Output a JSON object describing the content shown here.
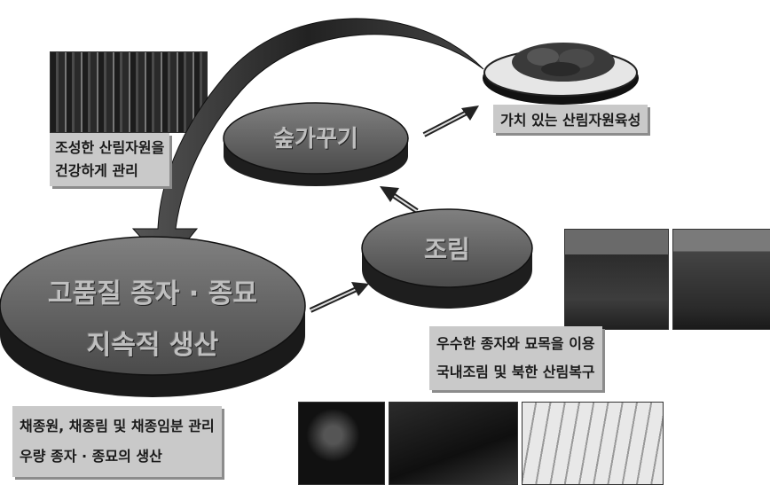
{
  "nodes": {
    "forest_care": {
      "label": "숲가꾸기"
    },
    "afforestation": {
      "label": "조림"
    },
    "seed_production": {
      "line1": "고품질 종자 · 종묘",
      "line2": "지속적 생산"
    }
  },
  "captions": {
    "valuable_resources": "가치 있는 산림자원육성",
    "managed_forest": [
      "조성한 산림자원을",
      "건강하게 관리"
    ],
    "afforestation_desc": [
      "우수한 종자와 묘목을 이용",
      "국내조림 및 북한 산림복구"
    ],
    "seed_orchard": [
      "채종원, 채종림 및 채종임분 관리",
      "우량 종자 · 종묘의 생산"
    ]
  },
  "photos": [
    "forest-stand-photo",
    "harvested-wood-plate-photo",
    "planting-site-photo-1",
    "planting-site-photo-2",
    "seed-orchard-photo",
    "seed-handling-photo",
    "greenhouse-photo"
  ],
  "colors": {
    "disc_top": "#6b6b6b",
    "disc_side": "#2a2a2a",
    "label_bg": "#c9c9c9",
    "arrow": "#3a3a3a"
  }
}
